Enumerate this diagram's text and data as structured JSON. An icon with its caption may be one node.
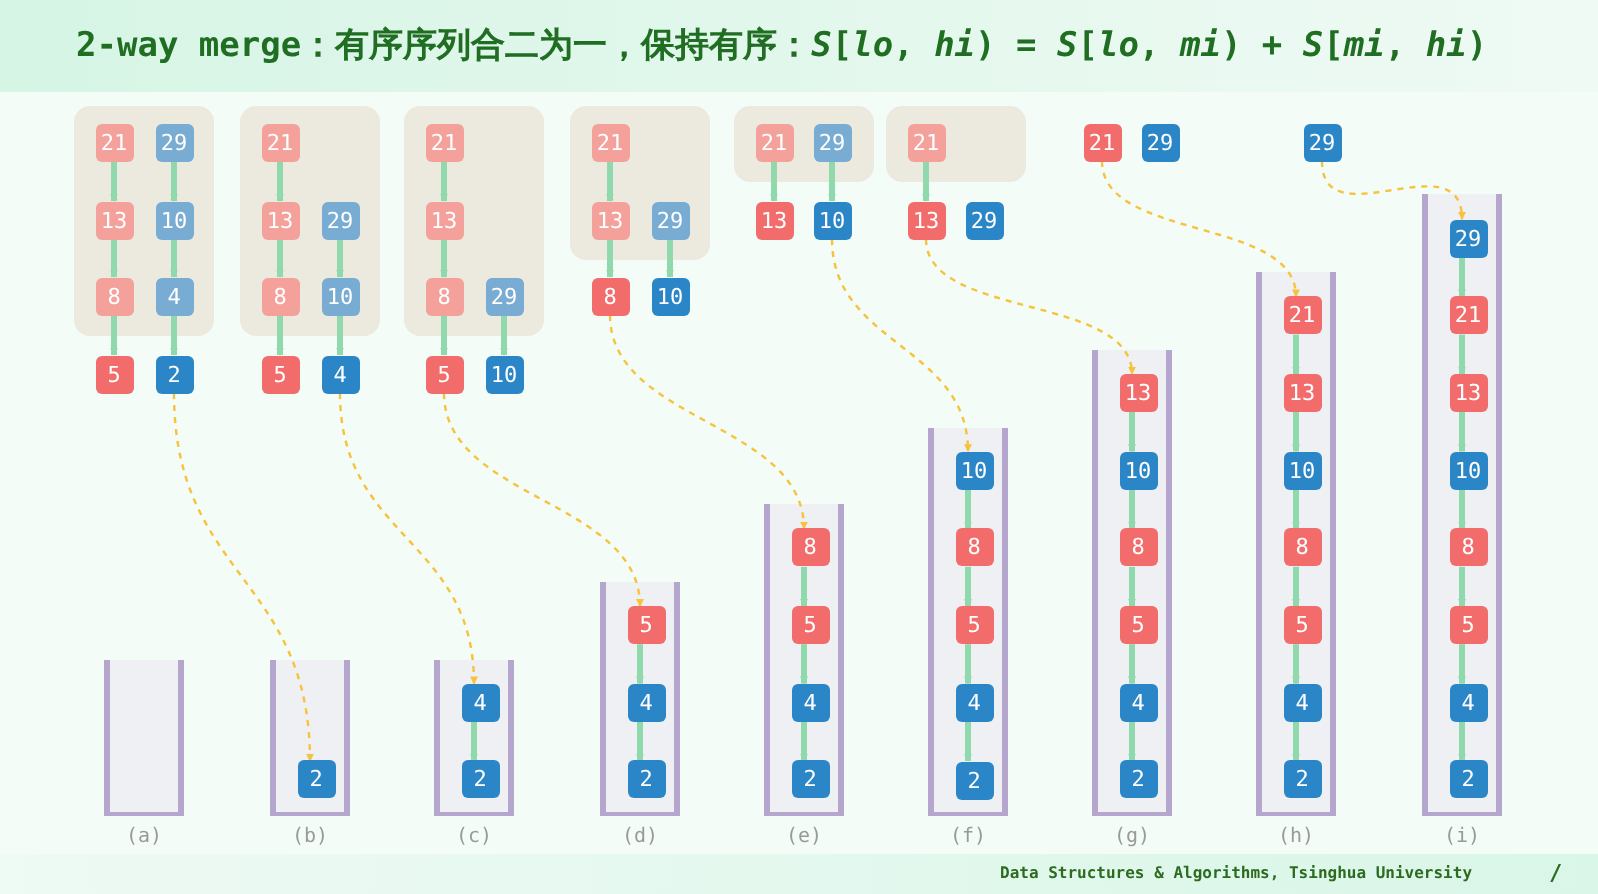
{
  "diagram": {
    "title": "2-way merge：有序序列合二为一，保持有序：*S*[*lo*, *hi*) = *S*[*lo*, *mi*) + *S*[*mi*, *hi*)",
    "nodes": [
      {
        "text": [],
        "shape": "box"
      },
      {
        "text": [
          "21"
        ],
        "in": 0
      },
      {
        "text": [
          "29"
        ],
        "in": 0
      },
      {
        "text": [
          "13"
        ],
        "in": 0
      },
      {
        "text": [
          "10"
        ],
        "in": 0
      },
      {
        "text": [
          "8"
        ],
        "in": 0
      },
      {
        "text": [
          "4"
        ],
        "in": 0
      },
      {
        "text": [
          "5"
        ]
      },
      {
        "text": [
          "2"
        ]
      },
      {
        "text": [],
        "shape": "box"
      },
      {
        "text": [],
        "shape": "box"
      },
      {
        "text": [
          "21"
        ],
        "in": 10
      },
      {
        "text": [
          "13"
        ],
        "in": 10
      },
      {
        "text": [
          "29"
        ],
        "in": 10
      },
      {
        "text": [
          "8"
        ],
        "in": 10
      },
      {
        "text": [
          "10"
        ],
        "in": 10
      },
      {
        "text": [
          "5"
        ]
      },
      {
        "text": [
          "4"
        ]
      },
      {
        "text": [],
        "shape": "box"
      },
      {
        "text": [
          "2"
        ],
        "in": 18
      },
      {
        "text": [],
        "shape": "box"
      },
      {
        "text": [
          "21"
        ],
        "in": 20
      },
      {
        "text": [
          "13"
        ],
        "in": 20
      },
      {
        "text": [
          "8"
        ],
        "in": 20
      },
      {
        "text": [
          "29"
        ],
        "in": 20
      },
      {
        "text": [
          "5"
        ]
      },
      {
        "text": [
          "10"
        ]
      },
      {
        "text": [],
        "shape": "box"
      },
      {
        "text": [
          "4"
        ],
        "in": 27
      },
      {
        "text": [
          "2"
        ],
        "in": 27
      },
      {
        "text": [],
        "shape": "box"
      },
      {
        "text": [
          "21"
        ],
        "in": 30
      },
      {
        "text": [
          "13"
        ],
        "in": 30
      },
      {
        "text": [
          "29"
        ],
        "in": 30
      },
      {
        "text": [
          "8"
        ]
      },
      {
        "text": [
          "10"
        ]
      },
      {
        "text": [],
        "shape": "box"
      },
      {
        "text": [
          "5"
        ],
        "in": 36
      },
      {
        "text": [
          "4"
        ],
        "in": 36
      },
      {
        "text": [
          "2"
        ],
        "in": 36
      },
      {
        "text": [],
        "shape": "box"
      },
      {
        "text": [
          "21"
        ],
        "in": 40
      },
      {
        "text": [
          "29"
        ],
        "in": 40
      },
      {
        "text": [
          "13"
        ]
      },
      {
        "text": [
          "10"
        ]
      },
      {
        "text": [],
        "shape": "box"
      },
      {
        "text": [
          "8"
        ],
        "in": 45
      },
      {
        "text": [
          "5"
        ],
        "in": 45
      },
      {
        "text": [
          "4"
        ],
        "in": 45
      },
      {
        "text": [
          "2"
        ],
        "in": 45
      },
      {
        "text": [],
        "shape": "box"
      },
      {
        "text": [
          "21"
        ],
        "in": 50
      },
      {
        "text": [
          "13"
        ]
      },
      {
        "text": [
          "29"
        ]
      },
      {
        "text": [],
        "shape": "box"
      },
      {
        "text": [
          "10"
        ],
        "in": 54
      },
      {
        "text": [
          "8"
        ],
        "in": 54
      },
      {
        "text": [
          "5"
        ],
        "in": 54
      },
      {
        "text": [
          "4"
        ],
        "in": 54
      },
      {
        "text": [
          "2"
        ],
        "in": 54
      },
      {
        "text": [
          "21"
        ]
      },
      {
        "text": [
          "29"
        ]
      },
      {
        "text": [],
        "shape": "box"
      },
      {
        "text": [
          "13"
        ],
        "in": 62
      },
      {
        "text": [
          "10"
        ],
        "in": 62
      },
      {
        "text": [
          "8"
        ],
        "in": 62
      },
      {
        "text": [
          "5"
        ],
        "in": 62
      },
      {
        "text": [
          "4"
        ],
        "in": 62
      },
      {
        "text": [
          "2"
        ],
        "in": 62
      },
      {
        "text": [
          "29"
        ]
      },
      {
        "text": [],
        "shape": "box"
      },
      {
        "text": [
          "21"
        ],
        "in": 70
      },
      {
        "text": [
          "13"
        ],
        "in": 70
      },
      {
        "text": [
          "10"
        ],
        "in": 70
      },
      {
        "text": [
          "8"
        ],
        "in": 70
      },
      {
        "text": [
          "5"
        ],
        "in": 70
      },
      {
        "text": [
          "4"
        ],
        "in": 70
      },
      {
        "text": [
          "2"
        ],
        "in": 70
      },
      {
        "text": [],
        "shape": "box"
      },
      {
        "text": [
          "29"
        ],
        "in": 78
      },
      {
        "text": [
          "21"
        ],
        "in": 78
      },
      {
        "text": [
          "13"
        ],
        "in": 78
      },
      {
        "text": [
          "10"
        ],
        "in": 78
      },
      {
        "text": [
          "8"
        ],
        "in": 78
      },
      {
        "text": [
          "5"
        ],
        "in": 78
      },
      {
        "text": [
          "4"
        ],
        "in": 78
      },
      {
        "text": [
          "2"
        ],
        "in": 78
      }
    ],
    "edges": [
      {
        "from": 1,
        "to": 3,
        "arrow": "to"
      },
      {
        "from": 3,
        "to": 5,
        "arrow": "to"
      },
      {
        "from": 5,
        "to": 7,
        "arrow": "to"
      },
      {
        "from": 2,
        "to": 4,
        "arrow": "to"
      },
      {
        "from": 4,
        "to": 6,
        "arrow": "to"
      },
      {
        "from": 6,
        "to": 8,
        "arrow": "to"
      },
      {
        "from": 11,
        "to": 12,
        "arrow": "to"
      },
      {
        "from": 12,
        "to": 14,
        "arrow": "to"
      },
      {
        "from": 14,
        "to": 16,
        "arrow": "to"
      },
      {
        "from": 13,
        "to": 15,
        "arrow": "to"
      },
      {
        "from": 15,
        "to": 17,
        "arrow": "to"
      },
      {
        "from": 21,
        "to": 22,
        "arrow": "to"
      },
      {
        "from": 22,
        "to": 23,
        "arrow": "to"
      },
      {
        "from": 23,
        "to": 25,
        "arrow": "to"
      },
      {
        "from": 24,
        "to": 26,
        "arrow": "to"
      },
      {
        "from": 28,
        "to": 29,
        "arrow": "to"
      },
      {
        "from": 31,
        "to": 32,
        "arrow": "to"
      },
      {
        "from": 32,
        "to": 34,
        "arrow": "to"
      },
      {
        "from": 33,
        "to": 35,
        "arrow": "to"
      },
      {
        "from": 37,
        "to": 38,
        "arrow": "to"
      },
      {
        "from": 38,
        "to": 39,
        "arrow": "to"
      },
      {
        "from": 41,
        "to": 43,
        "arrow": "to"
      },
      {
        "from": 42,
        "to": 44,
        "arrow": "to"
      },
      {
        "from": 46,
        "to": 47,
        "arrow": "to"
      },
      {
        "from": 47,
        "to": 48,
        "arrow": "to"
      },
      {
        "from": 48,
        "to": 49,
        "arrow": "to"
      },
      {
        "from": 51,
        "to": 52,
        "arrow": "to"
      },
      {
        "from": 55,
        "to": 56,
        "arrow": "to"
      },
      {
        "from": 56,
        "to": 57,
        "arrow": "to"
      },
      {
        "from": 57,
        "to": 58,
        "arrow": "to"
      },
      {
        "from": 58,
        "to": 59,
        "arrow": "to"
      },
      {
        "from": 63,
        "to": 64,
        "arrow": "to"
      },
      {
        "from": 64,
        "to": 65,
        "arrow": "to"
      },
      {
        "from": 65,
        "to": 66,
        "arrow": "to"
      },
      {
        "from": 66,
        "to": 67,
        "arrow": "to"
      },
      {
        "from": 67,
        "to": 68,
        "arrow": "to"
      },
      {
        "from": 71,
        "to": 72,
        "arrow": "to"
      },
      {
        "from": 72,
        "to": 73,
        "arrow": "to"
      },
      {
        "from": 73,
        "to": 74,
        "arrow": "to"
      },
      {
        "from": 74,
        "to": 75,
        "arrow": "to"
      },
      {
        "from": 75,
        "to": 76,
        "arrow": "to"
      },
      {
        "from": 76,
        "to": 77,
        "arrow": "to"
      },
      {
        "from": 79,
        "to": 80,
        "arrow": "to"
      },
      {
        "from": 80,
        "to": 81,
        "arrow": "to"
      },
      {
        "from": 81,
        "to": 82,
        "arrow": "to"
      },
      {
        "from": 82,
        "to": 83,
        "arrow": "to"
      },
      {
        "from": 83,
        "to": 84,
        "arrow": "to"
      },
      {
        "from": 84,
        "to": 85,
        "arrow": "to"
      },
      {
        "from": 85,
        "to": 86,
        "arrow": "to"
      },
      {
        "from": 8,
        "to": 19,
        "arrow": "to",
        "style": "dashed",
        "color": "#f7c23c"
      },
      {
        "from": 17,
        "to": 28,
        "arrow": "to",
        "style": "dashed",
        "color": "#f7c23c"
      },
      {
        "from": 25,
        "to": 37,
        "arrow": "to",
        "style": "dashed",
        "color": "#f7c23c"
      },
      {
        "from": 34,
        "to": 46,
        "arrow": "to",
        "style": "dashed",
        "color": "#f7c23c"
      },
      {
        "from": 44,
        "to": 55,
        "arrow": "to",
        "style": "dashed",
        "color": "#f7c23c"
      },
      {
        "from": 52,
        "to": 63,
        "arrow": "to",
        "style": "dashed",
        "color": "#f7c23c"
      },
      {
        "from": 60,
        "to": 71,
        "arrow": "to",
        "style": "dashed",
        "color": "#f7c23c"
      },
      {
        "from": 69,
        "to": 79,
        "arrow": "to",
        "style": "dashed",
        "color": "#f7c23c"
      }
    ],
    "labels": [
      "(a)",
      "(b)",
      "(c)",
      "(d)",
      "(e)",
      "(f)",
      "(g)",
      "(h)",
      "(i)",
      "Data Structures & Algorithms, Tsinghua University",
      "/"
    ]
  }
}
